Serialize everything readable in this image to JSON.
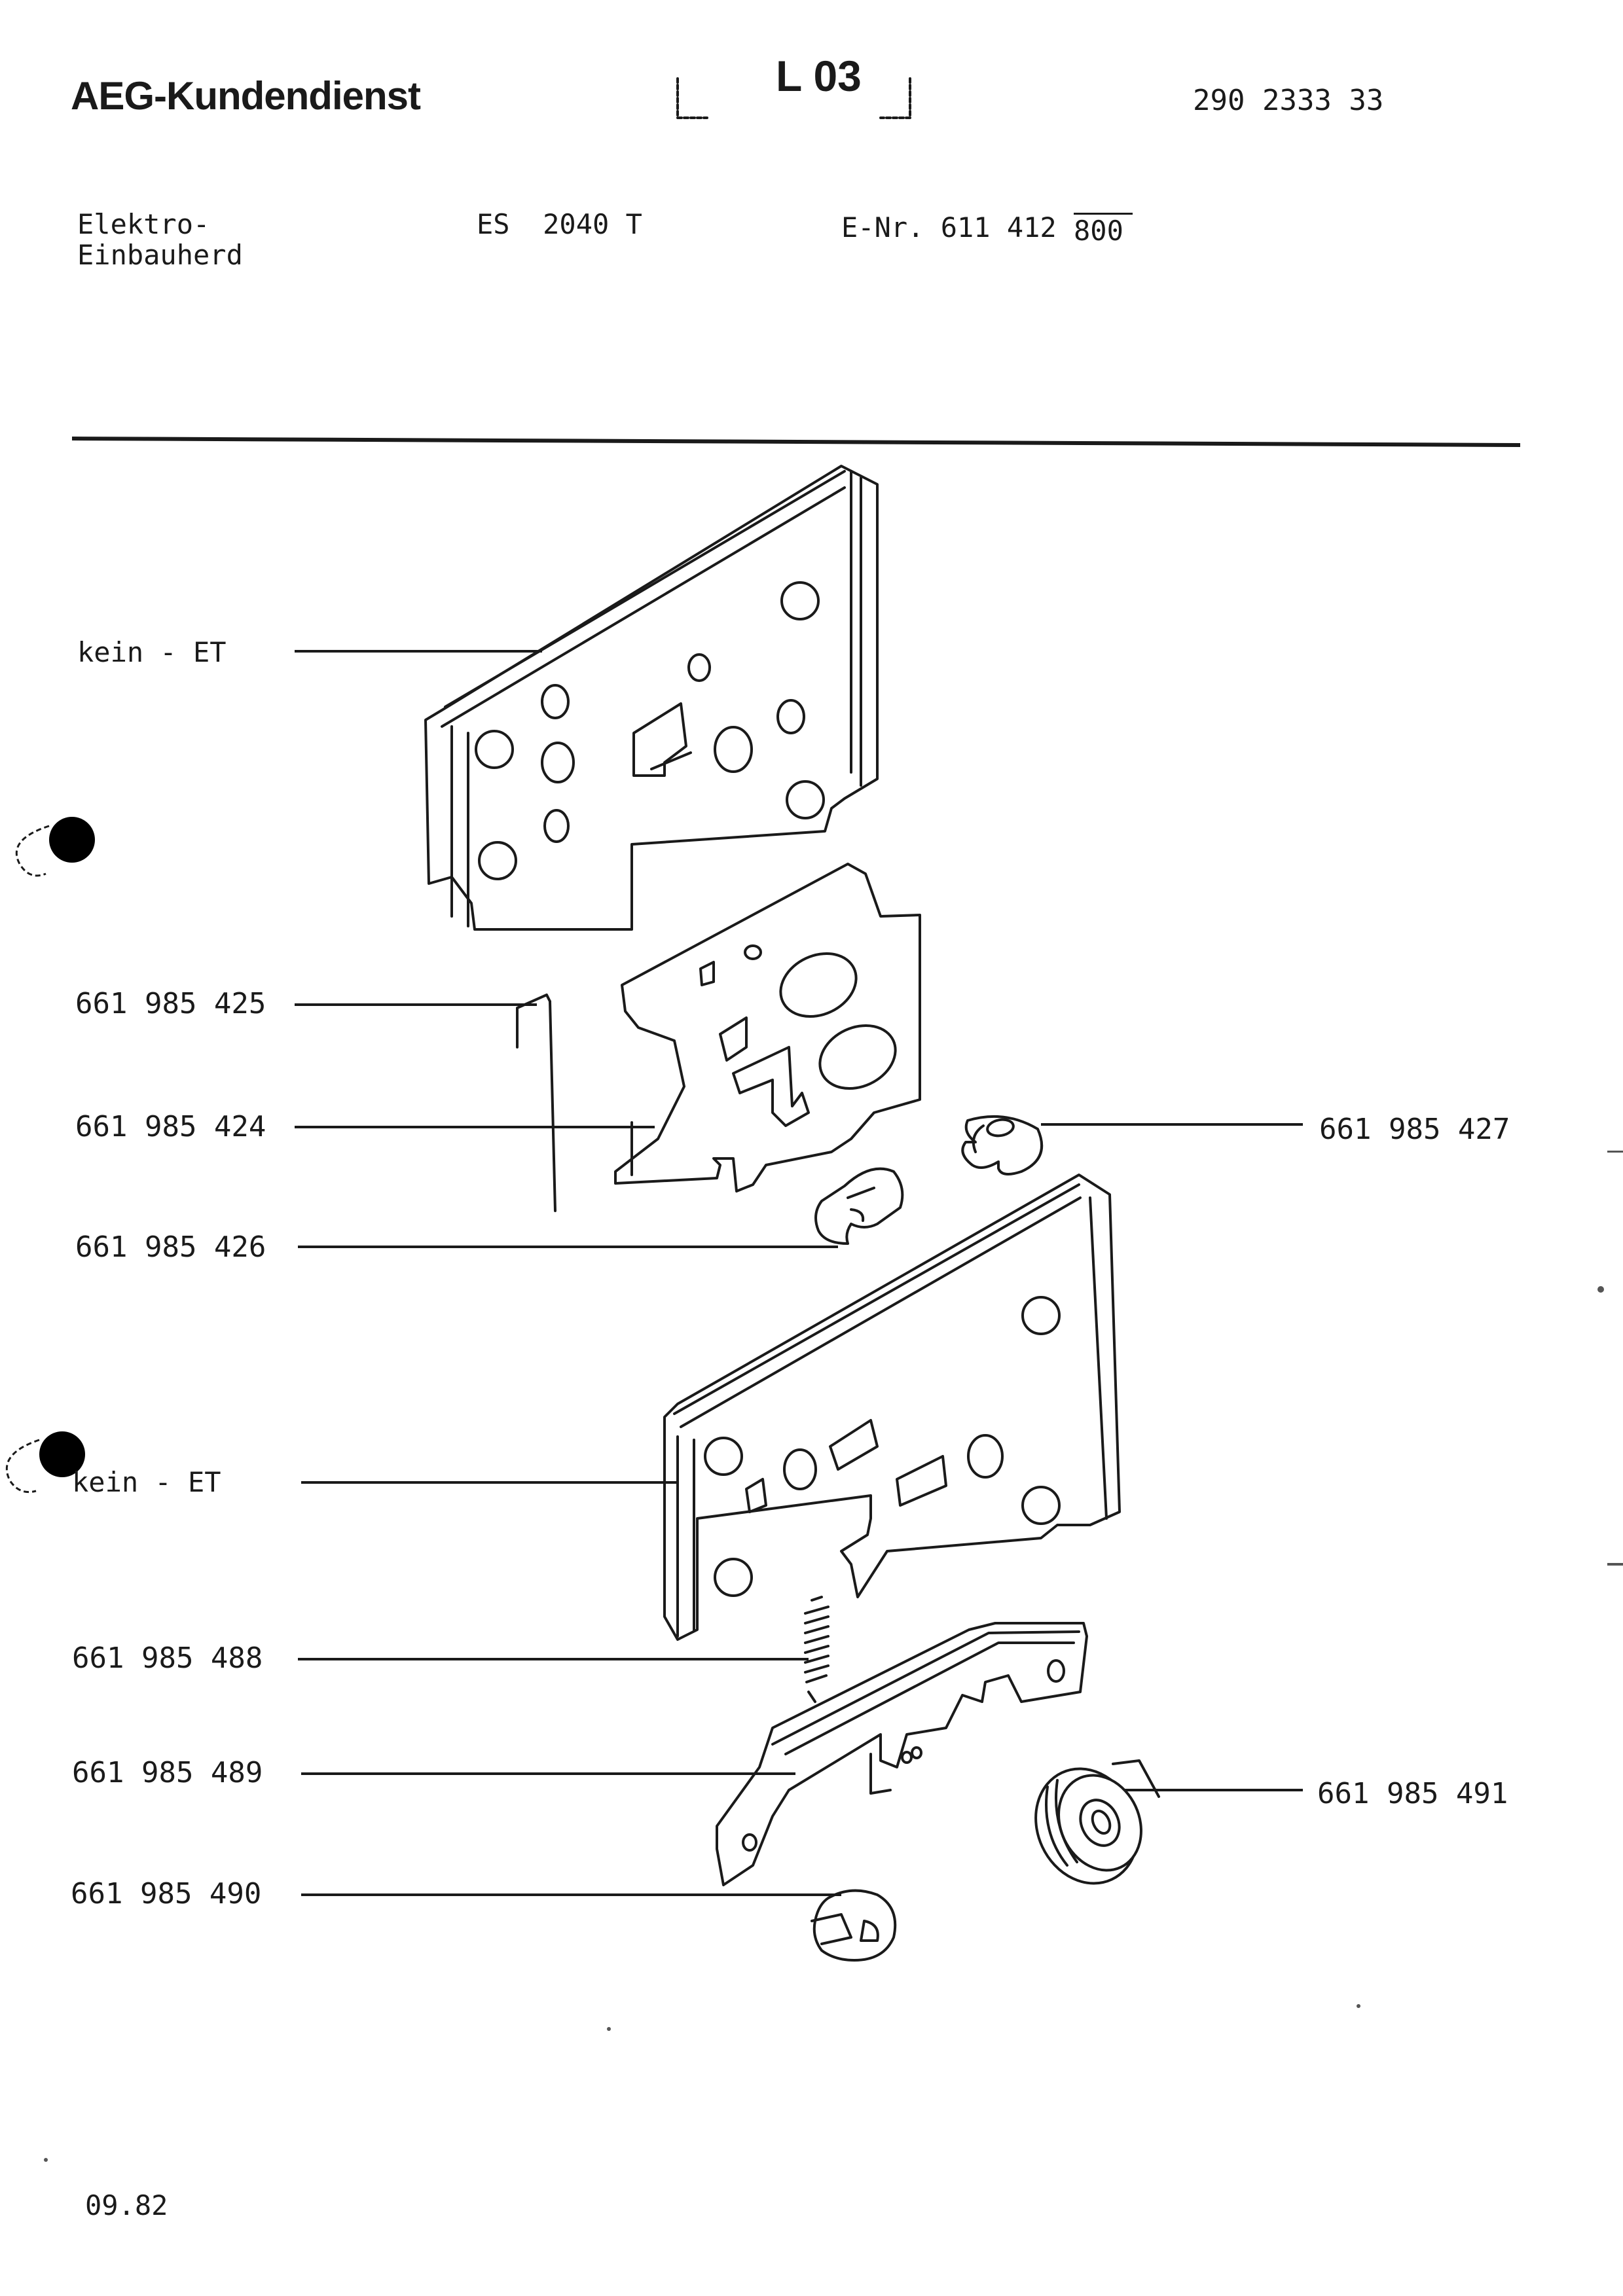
{
  "header": {
    "brand": "AEG-Kundendienst",
    "page_code": "L 03",
    "doc_number": "290 2333 33"
  },
  "product": {
    "type_line1": "Elektro-",
    "type_line2": "Einbauherd",
    "model": "ES  2040 T",
    "enr_label": "E-Nr. 611 412",
    "enr_suffix": "800"
  },
  "parts": [
    {
      "label": "kein - ET"
    },
    {
      "label": "661 985 425"
    },
    {
      "label": "661 985 424"
    },
    {
      "label": "661 985 426"
    },
    {
      "label": "kein - ET"
    },
    {
      "label": "661 985 488"
    },
    {
      "label": "661 985 489"
    },
    {
      "label": "661 985 490"
    },
    {
      "label": "661 985 427"
    },
    {
      "label": "661 985 491"
    }
  ],
  "footer": {
    "date": "09.82"
  }
}
